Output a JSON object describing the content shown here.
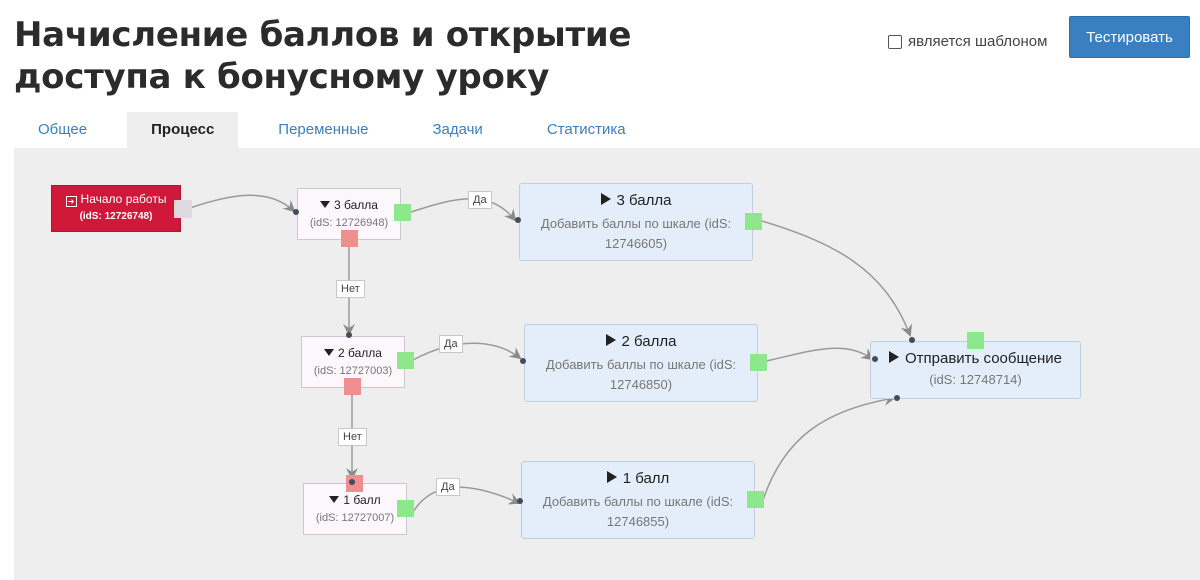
{
  "header": {
    "title": "Начисление баллов и открытие доступа к бонусному уроку",
    "template_label": "является шаблоном",
    "template_checked": false,
    "test_button": "Тестировать"
  },
  "tabs": [
    {
      "label": "Общее",
      "active": false
    },
    {
      "label": "Процесс",
      "active": true
    },
    {
      "label": "Переменные",
      "active": false
    },
    {
      "label": "Задачи",
      "active": false
    },
    {
      "label": "Статистика",
      "active": false
    }
  ],
  "flow": {
    "start": {
      "title": "Начало работы",
      "id": "(idS: 12726748)",
      "icon": "sign-in-icon"
    },
    "filters": [
      {
        "title": "3 балла",
        "id": "(idS: 12726948)",
        "icon": "filter-icon"
      },
      {
        "title": "2 балла",
        "id": "(idS: 12727003)",
        "icon": "filter-icon"
      },
      {
        "title": "1 балл",
        "id": "(idS: 12727007)",
        "icon": "filter-icon"
      }
    ],
    "actions": [
      {
        "title": "3 балла",
        "desc": "Добавить баллы по шкале (idS: 12746605)",
        "icon": "play-icon"
      },
      {
        "title": "2 балла",
        "desc": "Добавить баллы по шкале (idS: 12746850)",
        "icon": "play-icon"
      },
      {
        "title": "1 балл",
        "desc": "Добавить баллы по шкале (idS: 12746855)",
        "icon": "play-icon"
      }
    ],
    "message": {
      "title": "Отправить сообщение",
      "id": "(idS: 12748714)",
      "icon": "play-icon"
    },
    "labels": {
      "yes": "Да",
      "no": "Нет"
    },
    "colors": {
      "start": "#d0183a",
      "yes_port": "#8de88d",
      "no_port": "#ef8e8e",
      "action_bg": "#e3eefa",
      "accent": "#3a7fc1"
    }
  }
}
